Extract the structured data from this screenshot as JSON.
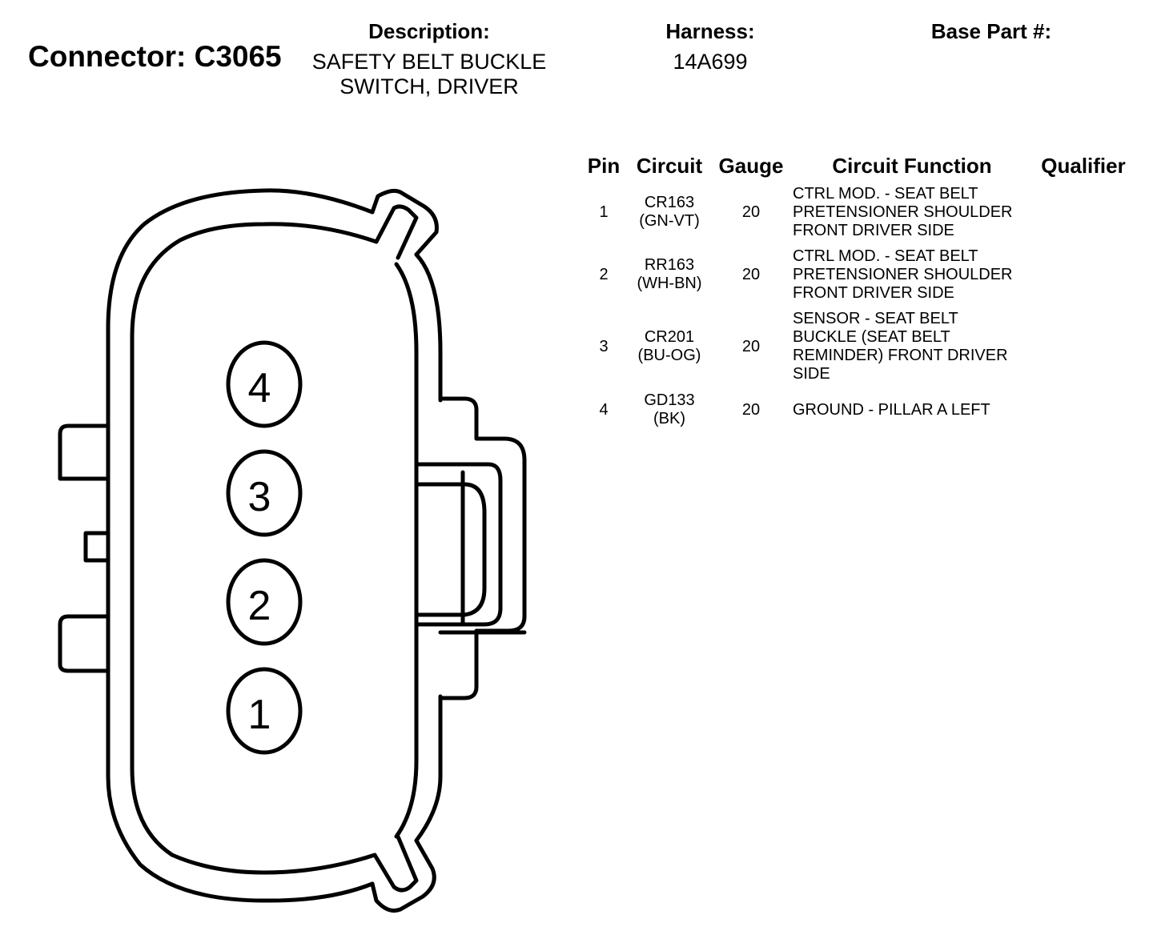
{
  "header": {
    "connector_title": "Connector: C3065",
    "description_label": "Description:",
    "description_lines": [
      "SAFETY BELT BUCKLE",
      "SWITCH, DRIVER"
    ],
    "harness_label": "Harness:",
    "harness_value": "14A699",
    "base_part_label": "Base Part #:"
  },
  "table": {
    "columns": {
      "pin": "Pin",
      "circuit": "Circuit",
      "gauge": "Gauge",
      "function": "Circuit Function",
      "qualifier": "Qualifier"
    },
    "rows": [
      {
        "pin": "1",
        "circuit_lines": [
          "CR163",
          "(GN-VT)"
        ],
        "gauge": "20",
        "function_lines": [
          "CTRL MOD. - SEAT BELT",
          "PRETENSIONER SHOULDER",
          "FRONT DRIVER SIDE"
        ]
      },
      {
        "pin": "2",
        "circuit_lines": [
          "RR163",
          "(WH-BN)"
        ],
        "gauge": "20",
        "function_lines": [
          "CTRL MOD. - SEAT BELT",
          "PRETENSIONER SHOULDER",
          "FRONT DRIVER SIDE"
        ]
      },
      {
        "pin": "3",
        "circuit_lines": [
          "CR201",
          "(BU-OG)"
        ],
        "gauge": "20",
        "function_lines": [
          "SENSOR - SEAT BELT",
          "BUCKLE (SEAT BELT",
          "REMINDER) FRONT DRIVER",
          "SIDE"
        ]
      },
      {
        "pin": "4",
        "circuit_lines": [
          "GD133",
          "(BK)"
        ],
        "gauge": "20",
        "function_lines": [
          "GROUND - PILLAR A LEFT"
        ]
      }
    ]
  },
  "connector_pins": [
    "4",
    "3",
    "2",
    "1"
  ]
}
